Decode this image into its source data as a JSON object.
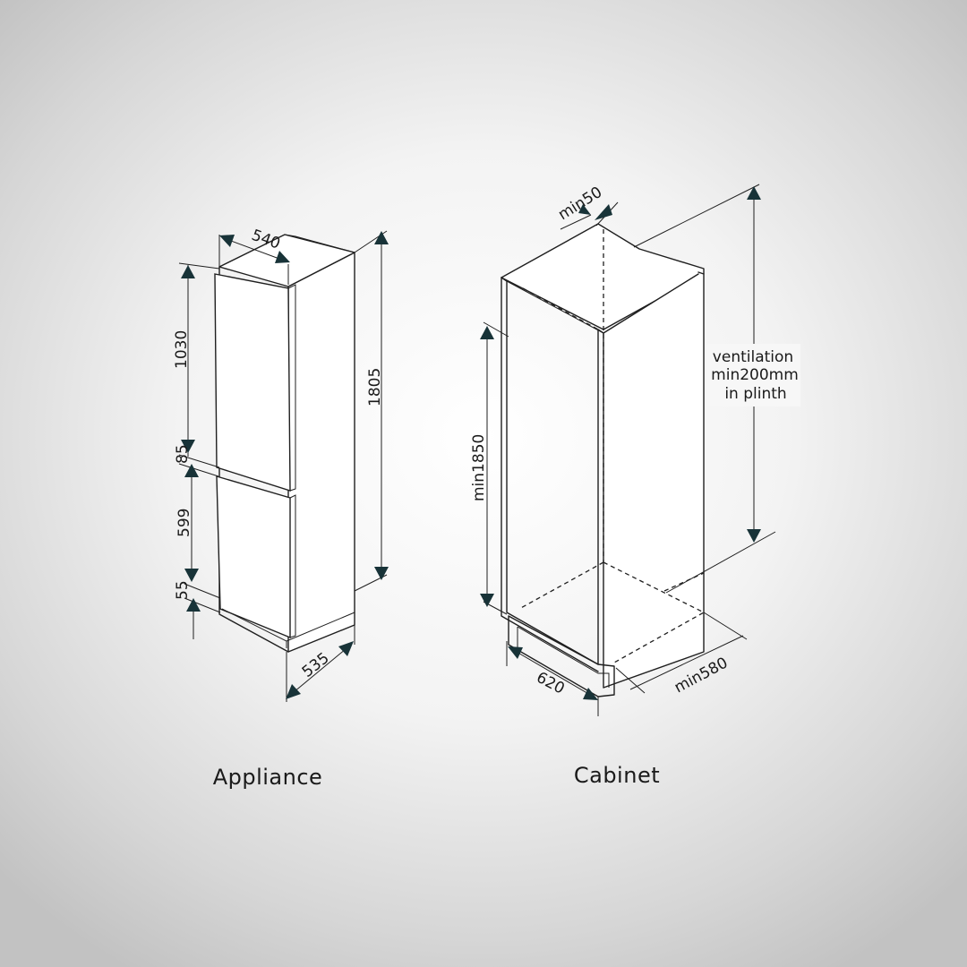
{
  "appliance": {
    "caption": "Appliance",
    "dims": {
      "width": "540",
      "total_height": "1805",
      "upper_door": "1030",
      "gap": "85",
      "lower_door": "599",
      "base": "55",
      "depth": "535"
    }
  },
  "cabinet": {
    "caption": "Cabinet",
    "dims": {
      "top_vent": "min50",
      "height": "min1850",
      "width": "620",
      "depth": "min580"
    },
    "ventilation_note": [
      "ventilation",
      "min200mm",
      "in plinth"
    ]
  }
}
